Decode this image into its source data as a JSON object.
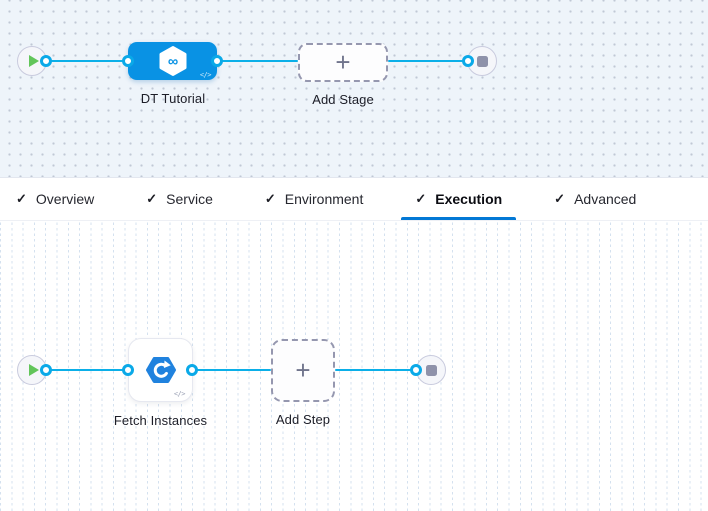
{
  "ui": {
    "check_glyph": "✓",
    "plus_glyph": "+",
    "code_glyph": "</>",
    "infinity_glyph": "∞"
  },
  "colors": {
    "accent_blue": "#0992e4",
    "connector_blue": "#0bafe8",
    "active_tab_underline": "#0278d5",
    "play_green": "#62c55a",
    "dashed_border_gray": "#9597af",
    "canvas_top_bg": "#eef4fa"
  },
  "stage_graph": {
    "node_label": "DT Tutorial",
    "add_label": "Add Stage"
  },
  "tabs": [
    {
      "label": "Overview",
      "completed": true,
      "active": false
    },
    {
      "label": "Service",
      "completed": true,
      "active": false
    },
    {
      "label": "Environment",
      "completed": true,
      "active": false
    },
    {
      "label": "Execution",
      "completed": true,
      "active": true
    },
    {
      "label": "Advanced",
      "completed": true,
      "active": false
    }
  ],
  "execution_graph": {
    "node_label": "Fetch Instances",
    "add_label": "Add Step"
  }
}
